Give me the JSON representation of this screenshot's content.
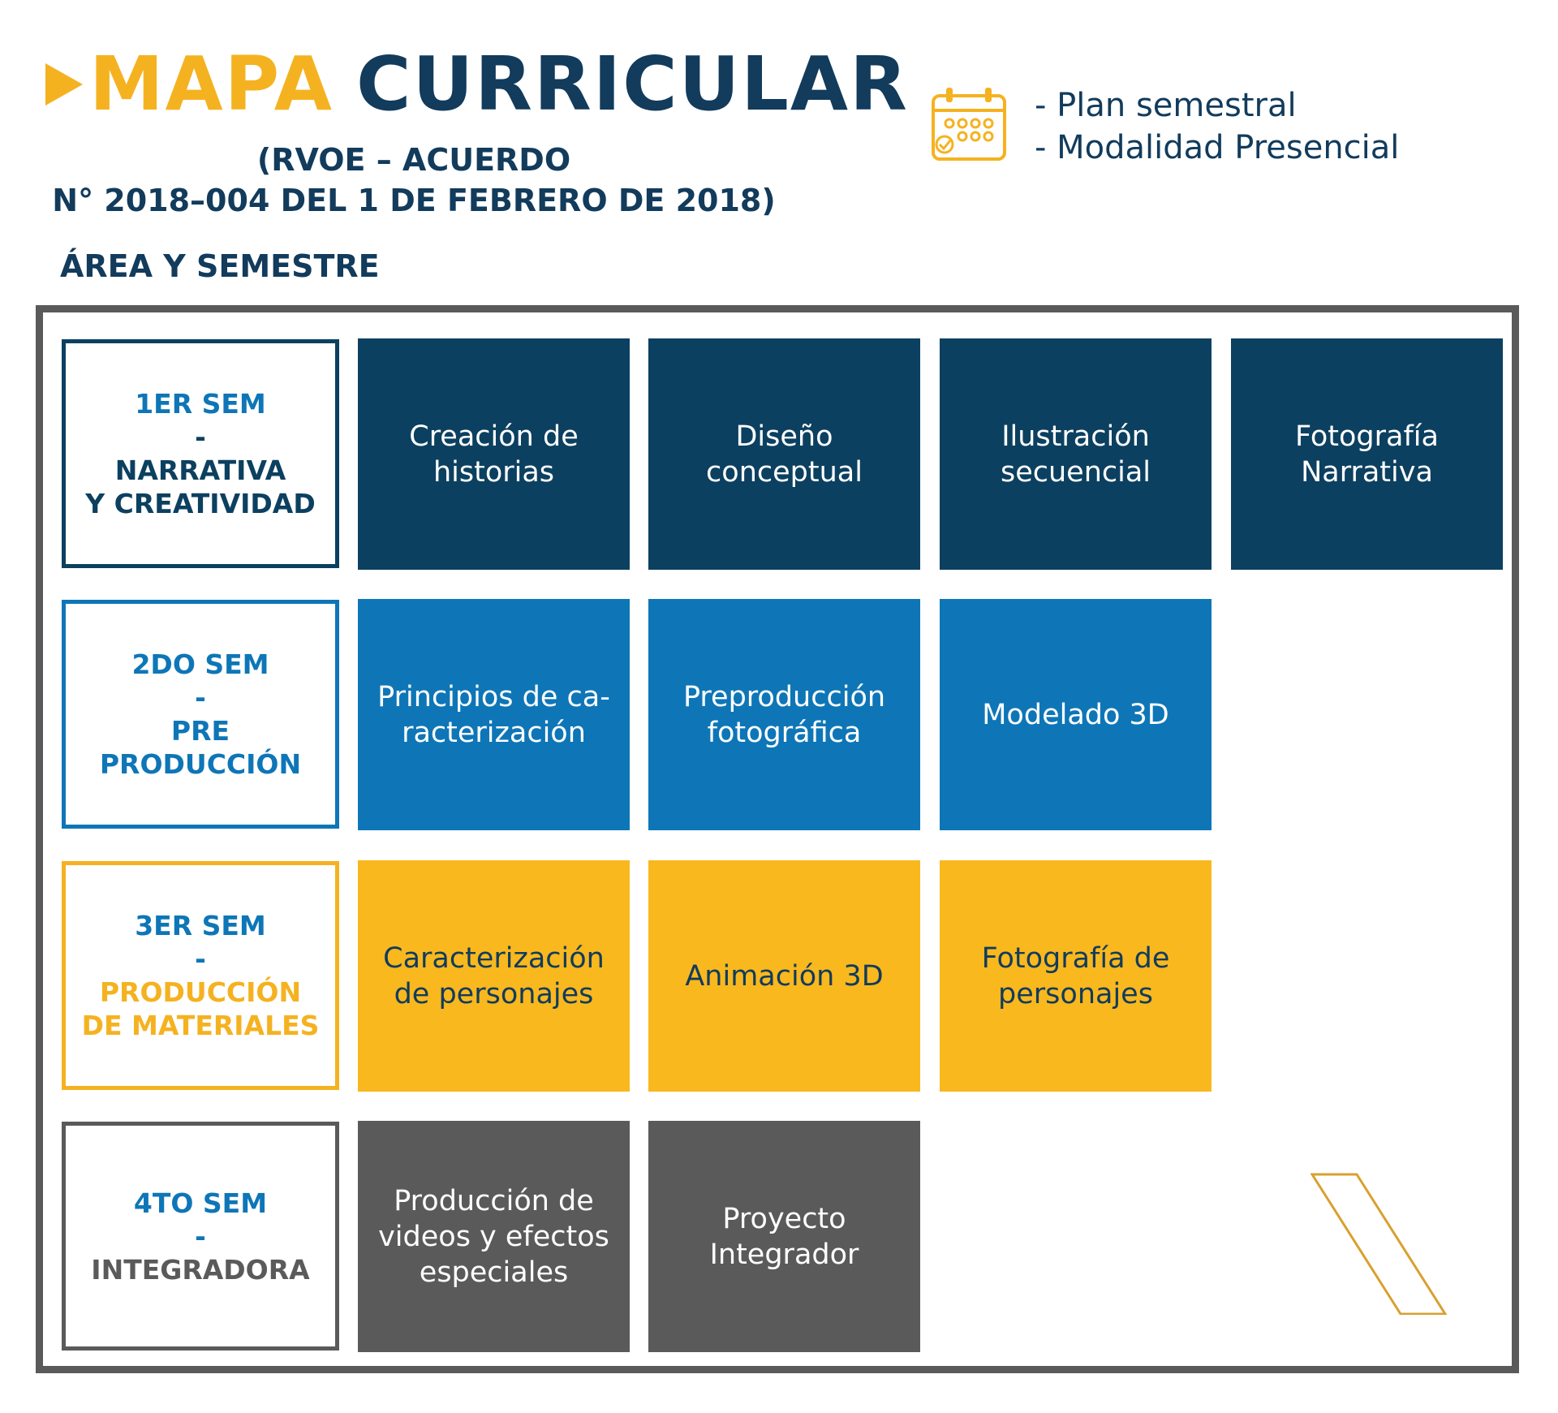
{
  "header": {
    "title_part1": "MAPA",
    "title_part2": "CURRICULAR",
    "subtitle_line1": "(RVOE – ACUERDO",
    "subtitle_line2": "N° 2018–004 DEL 1 DE FEBRERO DE 2018)"
  },
  "legend": {
    "icon": "calendar-icon",
    "line1": "- Plan semestral",
    "line2": "- Modalidad Presencial"
  },
  "area_label": "ÁREA Y SEMESTRE",
  "colors": {
    "navy": "#0c4060",
    "blue": "#0e76b7",
    "yellow": "#f8b81e",
    "gray": "#5a5a5a",
    "dark_text": "#123b5c"
  },
  "semesters": [
    {
      "sem": "1ER SEM",
      "dash": "-",
      "area_line1": "NARRATIVA",
      "area_line2": "Y CREATIVIDAD",
      "courses": [
        "Creación de\nhistorias",
        "Diseño\nconceptual",
        "Ilustración\nsecuencial",
        "Fotografía\nNarrativa"
      ]
    },
    {
      "sem": "2DO SEM",
      "dash": "-",
      "area_line1": "PRE",
      "area_line2": "PRODUCCIÓN",
      "courses": [
        "Principios de ca-\nracterización",
        "Preproducción\nfotográfica",
        "Modelado 3D"
      ]
    },
    {
      "sem": "3ER SEM",
      "dash": "-",
      "area_line1": "PRODUCCIÓN",
      "area_line2": "DE MATERIALES",
      "courses": [
        "Caracterización\nde personajes",
        "Animación 3D",
        "Fotografía de\npersonajes"
      ]
    },
    {
      "sem": "4TO SEM",
      "dash": "-",
      "area_line1": "INTEGRADORA",
      "area_line2": "",
      "courses": [
        "Producción de\nvideos y efectos\nespeciales",
        "Proyecto\nIntegrador"
      ]
    }
  ]
}
